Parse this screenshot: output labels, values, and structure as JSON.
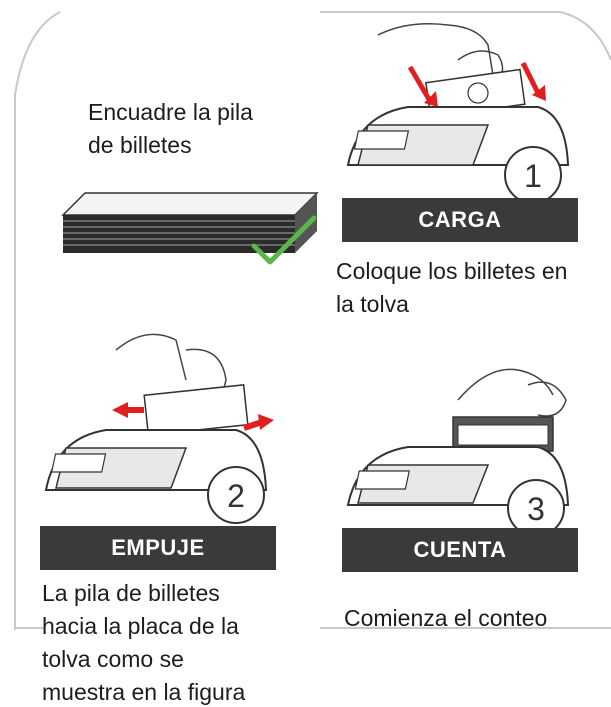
{
  "step_align": {
    "instruction_line1": "Encuadre la pila",
    "instruction_line2": "de billetes",
    "check_icon": "checkmark-icon",
    "check_color": "#58b848"
  },
  "step1": {
    "number": "1",
    "banner": "CARGA",
    "caption_line1": "Coloque los billetes en",
    "caption_line2": "la tolva",
    "arrow_color": "#e02020"
  },
  "step2": {
    "number": "2",
    "banner": "EMPUJE",
    "caption_line1": "La pila de billetes",
    "caption_line2": "hacia la placa de la",
    "caption_line3": "tolva como se",
    "caption_line4": "muestra en la figura",
    "arrow_color": "#e02020"
  },
  "step3": {
    "number": "3",
    "banner": "CUENTA",
    "caption": "Comienza el conteo"
  },
  "colors": {
    "banner_bg": "#3a3a3a",
    "frame": "#bfbfbf"
  }
}
